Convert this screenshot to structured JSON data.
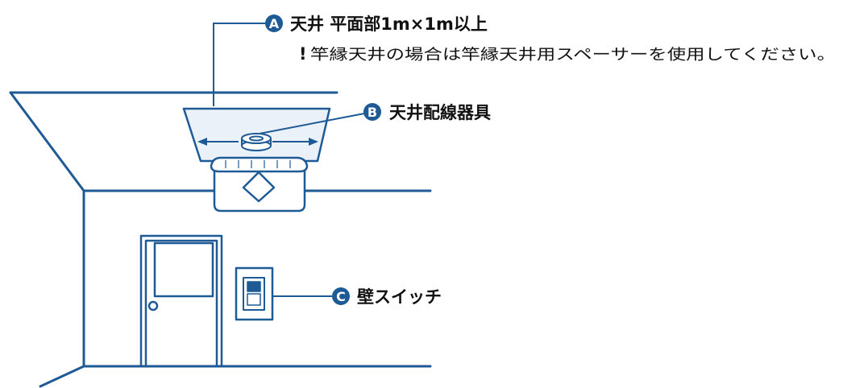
{
  "labels": {
    "a": {
      "letter": "A",
      "text": "天井 平面部1m×1m以上"
    },
    "a_note": {
      "mark": "!",
      "text": "竿縁天井の場合は竿縁天井用スペーサーを使用してください。"
    },
    "b": {
      "letter": "B",
      "text": "天井配線器具"
    },
    "c": {
      "letter": "C",
      "text": "壁スイッチ"
    }
  },
  "colors": {
    "line": "#1d5a96",
    "ceiling_fill": "#eaf1f8",
    "badge": "#1d5a96",
    "text": "#111111"
  }
}
